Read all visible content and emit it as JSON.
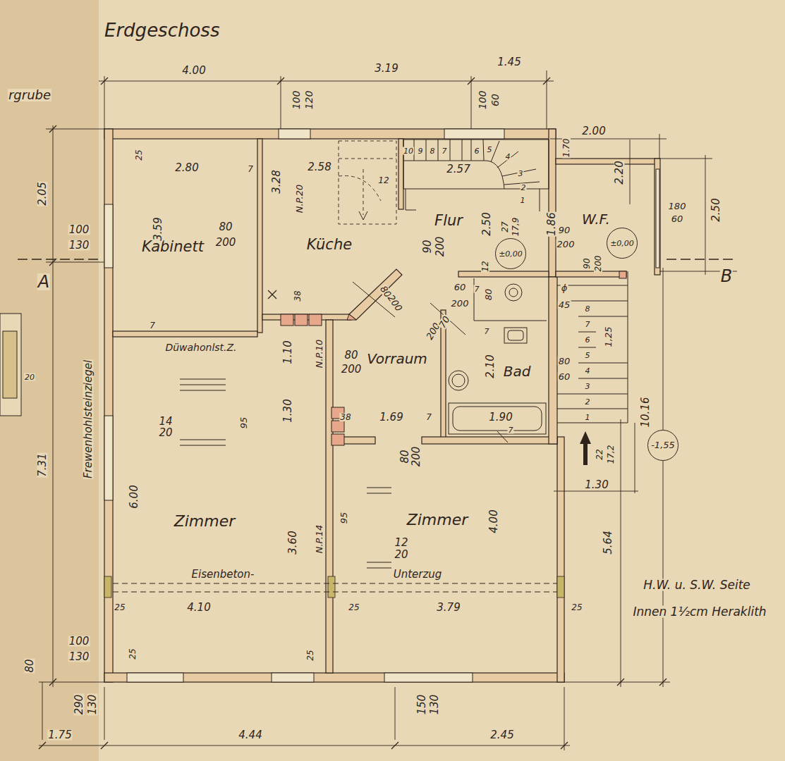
{
  "diagram": {
    "title": "Erdgeschoss",
    "nodes": [
      {
        "text": [
          "Kabinett"
        ]
      },
      {
        "text": [
          "Küche"
        ]
      },
      {
        "text": [
          "Flur"
        ]
      },
      {
        "text": [
          "±0,00"
        ],
        "in": 2
      },
      {
        "text": [
          "W.F."
        ]
      },
      {
        "text": [
          "±0,00"
        ],
        "in": 4
      },
      {
        "text": [
          "Vorraum"
        ]
      },
      {
        "text": [
          "Bad"
        ]
      },
      {
        "text": [
          "-1,55"
        ]
      },
      {
        "text": [
          "Zimmer"
        ]
      },
      {
        "text": [
          "Zimmer"
        ]
      }
    ],
    "labels": [
      "rgrube",
      "4.00",
      "3.19",
      "1.45",
      "100",
      "120",
      "100",
      "60",
      "2.00",
      "1.70",
      "2.20",
      "2.50",
      "180",
      "60",
      "2.05",
      "100",
      "130",
      "A",
      "B",
      "7.31",
      "100",
      "130",
      "80",
      "290",
      "130",
      "150",
      "130",
      "1.75",
      "4.44",
      "2.45",
      "Frewenhohlsteinziegel",
      "25",
      "2.80",
      "7",
      "3.59",
      "80",
      "200",
      "7",
      "2.58",
      "3.28",
      "N.P.20",
      "12",
      "38",
      "Düwahonlst.Z.",
      "1.10",
      "N.P.10",
      "80",
      "200",
      "80",
      "200",
      "90",
      "200",
      "2.50",
      "12",
      "27",
      "17,9",
      "1.86",
      "90",
      "200",
      "2.57",
      "10",
      "9",
      "8",
      "7",
      "6",
      "5",
      "4",
      "3",
      "2",
      "1",
      "60",
      "200",
      "80",
      "7",
      "200",
      "70",
      "7",
      "2.10",
      "1.69",
      "38",
      "7",
      "1.90",
      "7",
      "1.30",
      "90",
      "200",
      "ϕ",
      "45",
      "8",
      "7",
      "6",
      "5",
      "4",
      "3",
      "2",
      "1",
      "1,25",
      "80",
      "60",
      "22",
      "17,2",
      "1.30",
      "10.16",
      "5.64",
      "H.W. u. S.W. Seite",
      "Innen 1½cm Heraklith",
      "6.00",
      "14",
      "20",
      "95",
      "3.60",
      "N.P.14",
      "Eisenbeton-",
      "Unterzug",
      "4.10",
      "25",
      "25",
      "25",
      "80",
      "200",
      "95",
      "12",
      "20",
      "4.00",
      "3.79",
      "25",
      "25",
      "20"
    ]
  }
}
